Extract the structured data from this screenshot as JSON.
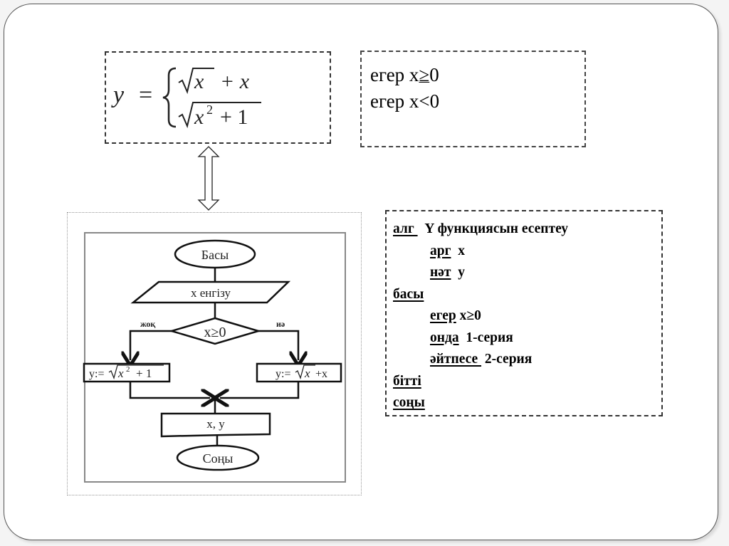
{
  "formula": {
    "lhs": "y",
    "equals": "=",
    "case1": {
      "radicand": "x",
      "rest": "+ x"
    },
    "case2": {
      "radicand_base": "x",
      "radicand_exp": "2",
      "radicand_rest": "+ 1"
    }
  },
  "conditions": {
    "line1_prefix": "егер x",
    "line1_op": "≥",
    "line1_value": "0",
    "line2": "егер x<0"
  },
  "arrow": {
    "icon": "double-vertical-arrow-icon"
  },
  "flowchart": {
    "start": "Басы",
    "input": "x енгізу",
    "decision": "x≥0",
    "no_label": "жоқ",
    "yes_label": "иә",
    "left_process_prefix": "y:=",
    "left_process_radicand": "x",
    "left_process_exp": "2",
    "left_process_rest": "+ 1",
    "right_process_prefix": "y:=",
    "right_process_radicand": "x",
    "right_process_rest": "+x",
    "output": "x, y",
    "end": "Соңы"
  },
  "algorithm": {
    "lines": [
      {
        "kw": "алг ",
        "text": "  Y функциясын есептеу",
        "indent": false
      },
      {
        "kw": "арг",
        "text": "  x",
        "indent": true
      },
      {
        "kw": "нәт",
        "text": "  y",
        "indent": true
      },
      {
        "kw": "басы",
        "text": "",
        "indent": false
      },
      {
        "kw": "егер",
        "text": " x≥0",
        "indent": true
      },
      {
        "kw": "онда",
        "text": "  1-серия",
        "indent": true
      },
      {
        "kw": "әйтпесе ",
        "text": " 2-серия",
        "indent": true
      },
      {
        "kw": "бітті",
        "text": "",
        "indent": false
      },
      {
        "kw": "соңы",
        "text": "",
        "indent": false
      }
    ]
  }
}
